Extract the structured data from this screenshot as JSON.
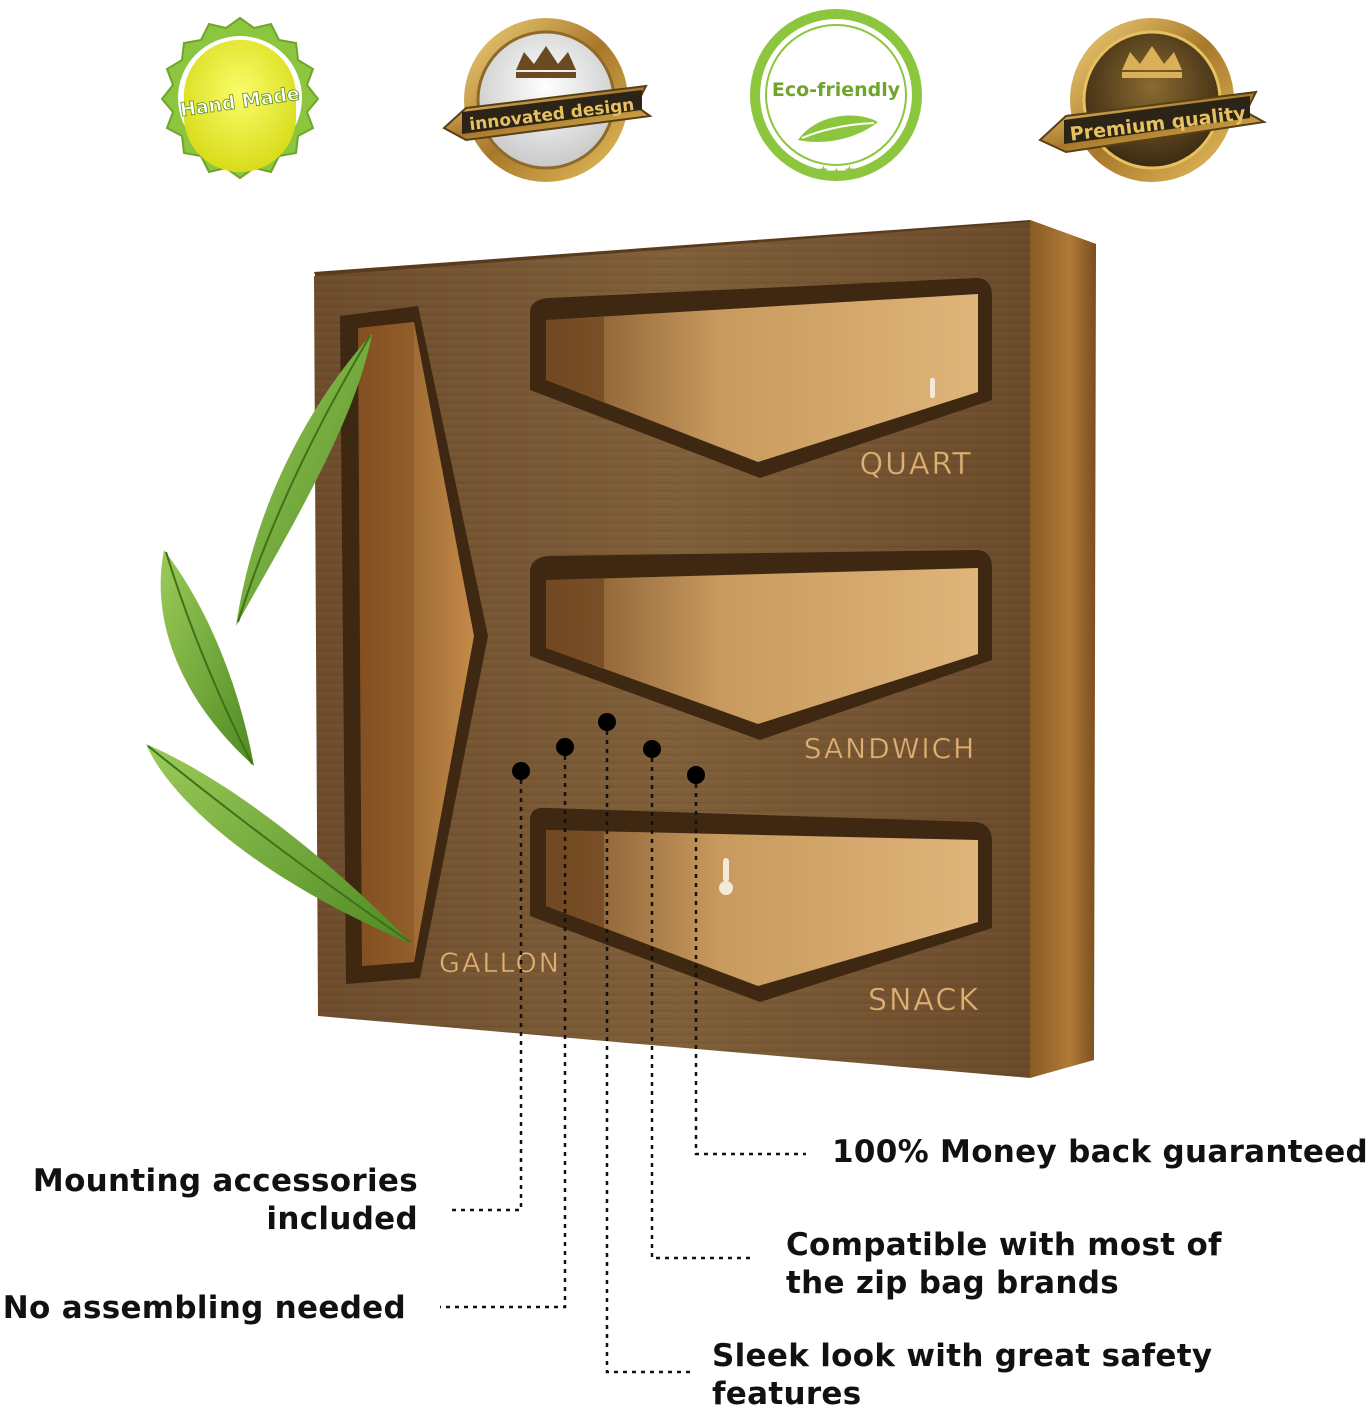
{
  "badges": [
    {
      "label": "Hand Made",
      "style": "green-yellow"
    },
    {
      "label": "innovated design",
      "style": "gold-crown"
    },
    {
      "label": "Eco-friendly",
      "style": "green-leaf"
    },
    {
      "label": "Premium quality",
      "style": "gold-crown-dark"
    }
  ],
  "slots": {
    "quart": "QUART",
    "sandwich": "SANDWICH",
    "gallon": "GALLON",
    "snack": "SNACK"
  },
  "callouts": {
    "money_back": [
      "100% Money back guaranteed"
    ],
    "mounting": [
      "Mounting accessories",
      "included"
    ],
    "compatible": [
      "Compatible with most of",
      "the zip bag brands"
    ],
    "no_assembly": [
      "No assembling needed"
    ],
    "sleek": [
      "Sleek look with great safety",
      "features"
    ]
  },
  "colors": {
    "wood_dark": "#5e4126",
    "wood_mid": "#7a5634",
    "wood_light": "#c89a5e",
    "engraving": "#d9b27a",
    "leaf": "#6fa83a",
    "gold": "#c9a24a",
    "green_badge": "#8cc63f",
    "yellow_badge": "#e6e83a"
  }
}
